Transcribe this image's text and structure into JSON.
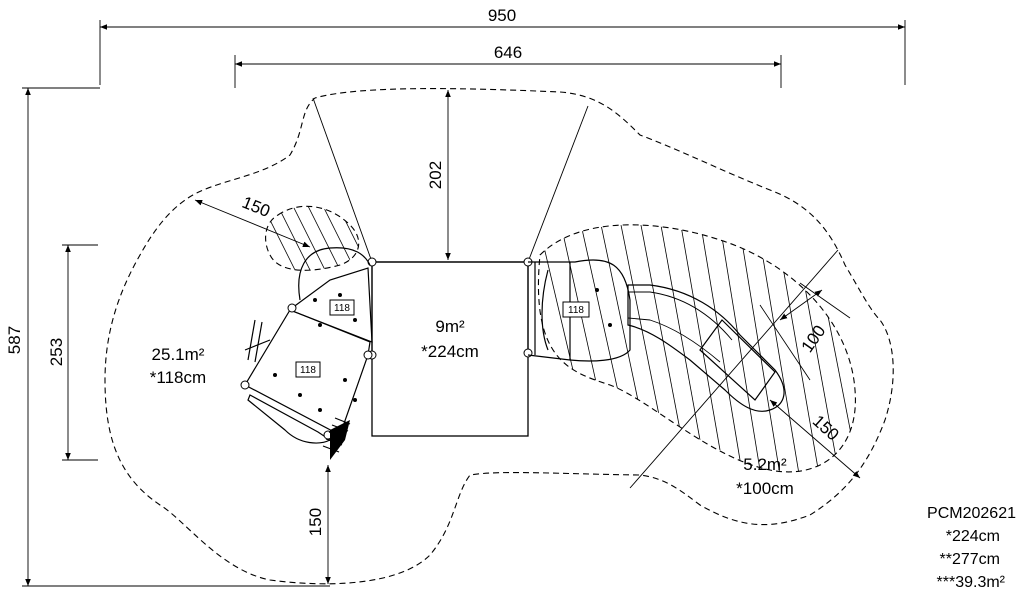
{
  "dimensions": {
    "total_width": "950",
    "inner_width": "646",
    "total_height": "587",
    "left_height": "253",
    "center_depth": "202",
    "left_radius": "150",
    "bottom_clearance": "150",
    "slide_width": "100",
    "slide_radius": "150"
  },
  "zones": {
    "left": {
      "area": "25.1m²",
      "height": "*118cm"
    },
    "center": {
      "area": "9m²",
      "height": "*224cm"
    },
    "right": {
      "area": "5.2m²",
      "height": "*100cm"
    }
  },
  "platform_tags": [
    "118",
    "118",
    "118"
  ],
  "info": {
    "model": "PCM202621",
    "line1": "*224cm",
    "line2": "**277cm",
    "line3": "***39.3m²"
  }
}
